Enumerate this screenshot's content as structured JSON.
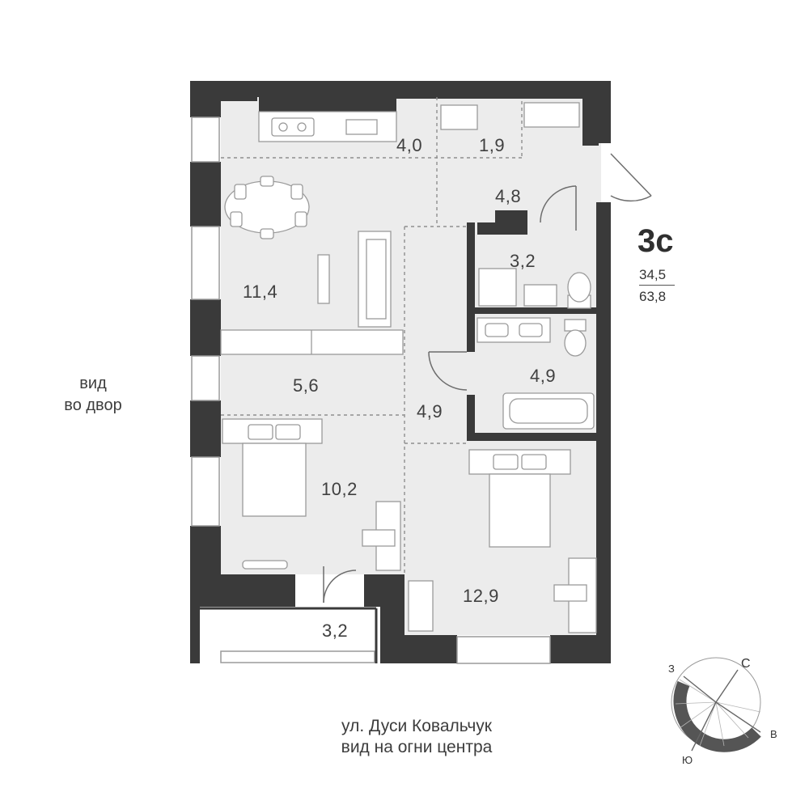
{
  "apartment": {
    "type_code": "3с",
    "living_area": "34,5",
    "total_area": "63,8"
  },
  "rooms": [
    {
      "id": "kitchen",
      "area": "4,0"
    },
    {
      "id": "closet",
      "area": "1,9"
    },
    {
      "id": "hall",
      "area": "4,8"
    },
    {
      "id": "bathroom-1",
      "area": "3,2"
    },
    {
      "id": "living-room",
      "area": "11,4"
    },
    {
      "id": "dining-zone",
      "area": "5,6"
    },
    {
      "id": "bathroom-2",
      "area": "4,9"
    },
    {
      "id": "corridor",
      "area": "4,9"
    },
    {
      "id": "bedroom-1",
      "area": "10,2"
    },
    {
      "id": "bedroom-2",
      "area": "12,9"
    },
    {
      "id": "balcony",
      "area": "3,2"
    }
  ],
  "views": {
    "left_line1": "вид",
    "left_line2": "во двор",
    "bottom_line1": "ул. Дуси Ковальчук",
    "bottom_line2": "вид на огни центра"
  },
  "compass": {
    "north": "С",
    "west": "З",
    "east": "В",
    "south": "Ю"
  },
  "colors": {
    "wall": "#3a3a3a",
    "floor": "#ececec",
    "furniture_stroke": "#9a9a9a"
  }
}
